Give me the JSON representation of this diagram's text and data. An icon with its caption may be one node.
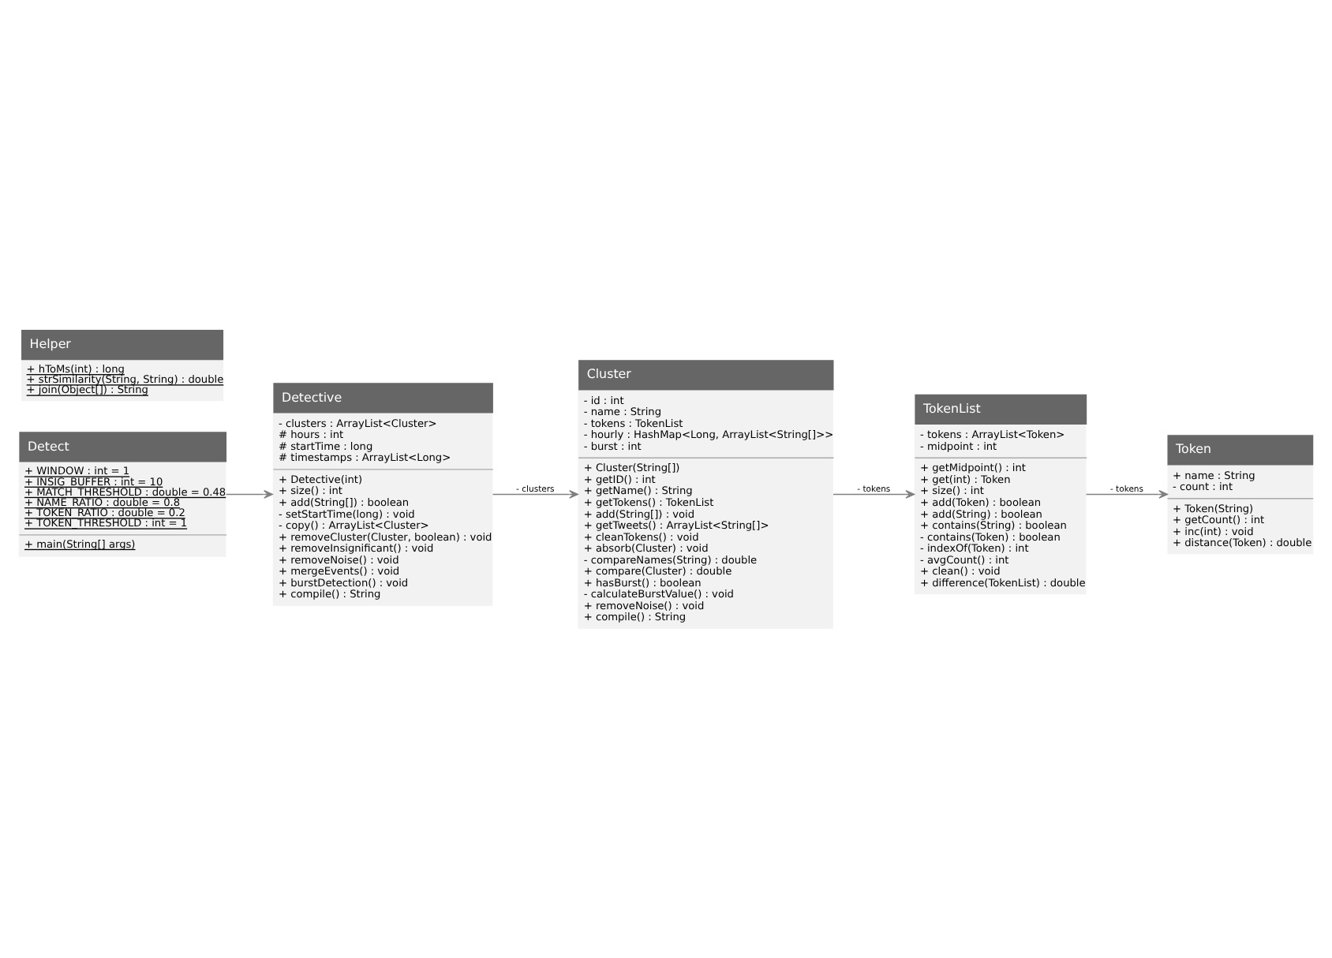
{
  "diagram": {
    "nodes": [
      {
        "text": [
          "Detect",
          "+ WINDOW : int = 1",
          "+ INSIG_BUFFER : int = 10",
          "+ MATCH_THRESHOLD : double = 0.48",
          "+ NAME_RATIO : double = 0.8",
          "+ TOKEN_RATIO : double = 0.2",
          "+ TOKEN_THRESHOLD : int = 1",
          "+ main(String[] args)"
        ]
      },
      {
        "text": [
          "Detective",
          "- clusters : ArrayList<Cluster>",
          "# hours : int",
          "# startTime : long",
          "# timestamps : ArrayList<Long>",
          "+ Detective(int)",
          "+ size() : int",
          "+ add(String[]) : boolean",
          "- setStartTime(long) : void",
          "- copy() : ArrayList<Cluster>",
          "+ removeCluster(Cluster, boolean) : void",
          "+ removeInsignificant() : void",
          "+ removeNoise() : void",
          "+ mergeEvents() : void",
          "+ burstDetection() : void",
          "+ compile() : String"
        ]
      },
      {
        "text": [
          "Helper",
          "+ hToMs(int) : long",
          "+ strSimilarity(String, String) : double",
          "+ join(Object[]) : String"
        ]
      },
      {
        "text": [
          "Cluster",
          "- id : int",
          "- name : String",
          "- tokens : TokenList",
          "- hourly : HashMap<Long, ArrayList<String[]>>",
          "- burst : int",
          "+ Cluster(String[])",
          "+ getID() : int",
          "+ getName() : String",
          "+ getTokens() : TokenList",
          "+ add(String[]) : void",
          "+ getTweets() : ArrayList<String[]>",
          "+ cleanTokens() : void",
          "+ absorb(Cluster) : void",
          "- compareNames(String) : double",
          "+ compare(Cluster) : double",
          "+ hasBurst() : boolean",
          "- calculateBurstValue() : void",
          "+ removeNoise() : void",
          "+ compile() : String"
        ]
      },
      {
        "text": [
          "Token",
          "+ name : String",
          "- count : int",
          "+ Token(String)",
          "+ getCount() : int",
          "+ inc(int) : void",
          "+ distance(Token) : double"
        ]
      },
      {
        "text": [
          "TokenList",
          "- tokens : ArrayList<Token>",
          "- midpoint : int",
          "+ getMidpoint() : int",
          "+ get(int) : Token",
          "+ size() : int",
          "+ add(Token) : boolean",
          "+ add(String) : boolean",
          "+ contains(String) : boolean",
          "- contains(Token) : boolean",
          "- indexOf(Token) : int",
          "- avgCount() : int",
          "+ clean() : void",
          "+ difference(TokenList) : double"
        ]
      }
    ],
    "edges": [
      {
        "from": 0,
        "to": 1,
        "arrow": "to"
      },
      {
        "from": 1,
        "to": 3,
        "arrow": "to",
        "label": "- clusters"
      },
      {
        "from": 3,
        "to": 5,
        "arrow": "to",
        "label": "- tokens"
      },
      {
        "from": 5,
        "to": 4,
        "arrow": "to",
        "label": "- tokens"
      }
    ]
  }
}
